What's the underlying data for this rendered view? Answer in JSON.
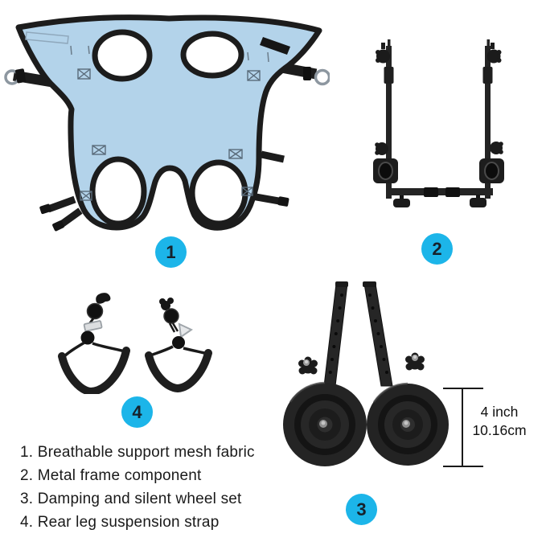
{
  "colors": {
    "background": "#ffffff",
    "accent": "#1cb5e9",
    "harness_fabric": "#b3d3ea",
    "trim_black": "#1c1c1c",
    "metal_gray": "#98a0a6",
    "text": "#1a1a1a"
  },
  "callouts": {
    "harness": "1",
    "frame": "2",
    "wheels": "3",
    "straps": "4"
  },
  "dimension_label": {
    "inches": "4 inch",
    "metric": "10.16cm"
  },
  "parts_list": {
    "items": [
      "1. Breathable support mesh fabric",
      "2. Metal frame component",
      "3. Damping and silent wheel set",
      "4. Rear leg suspension strap"
    ]
  }
}
